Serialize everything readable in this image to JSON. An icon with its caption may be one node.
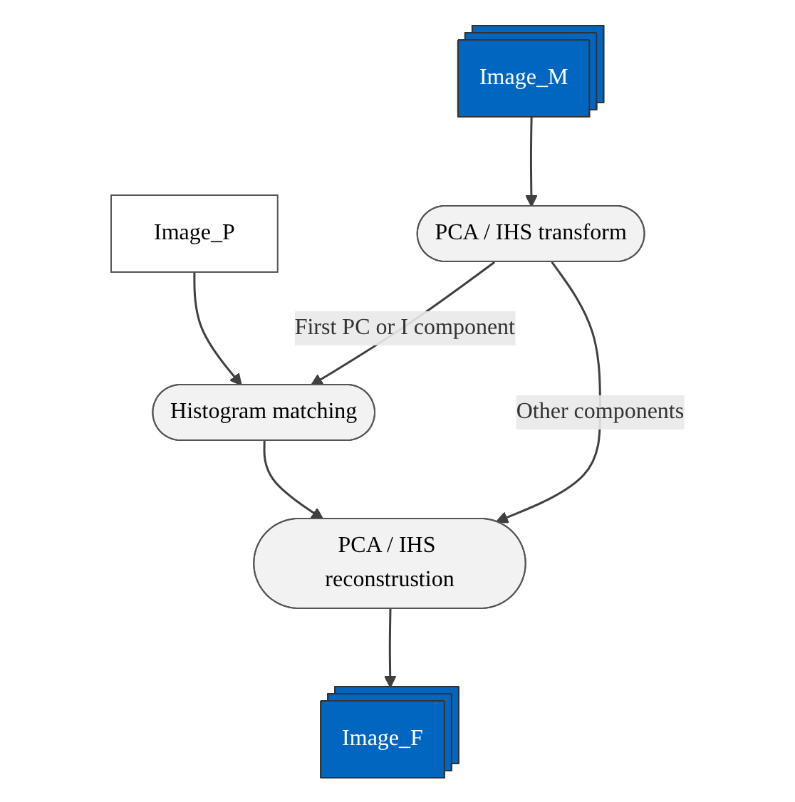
{
  "diagram": {
    "nodes": [
      {
        "text": [
          "Image_P"
        ]
      },
      {
        "text": [
          "Image_M"
        ]
      },
      {
        "text": [
          "Histogram matching"
        ]
      },
      {
        "text": [
          "PCA / IHS transform"
        ]
      },
      {
        "text": [
          "PCA / IHS reconstrustion"
        ]
      },
      {
        "text": [
          "Image_F"
        ]
      }
    ],
    "edges": [
      {
        "from": 0,
        "to": 2,
        "arrow": "to"
      },
      {
        "from": 1,
        "to": 3,
        "arrow": "to"
      },
      {
        "from": 3,
        "to": 2,
        "arrow": "to",
        "label": "First PC or I component"
      },
      {
        "from": 2,
        "to": 4,
        "arrow": "to"
      },
      {
        "from": 3,
        "to": 4,
        "arrow": "to",
        "label": "Other components"
      },
      {
        "from": 4,
        "to": 5,
        "arrow": "to"
      }
    ]
  }
}
